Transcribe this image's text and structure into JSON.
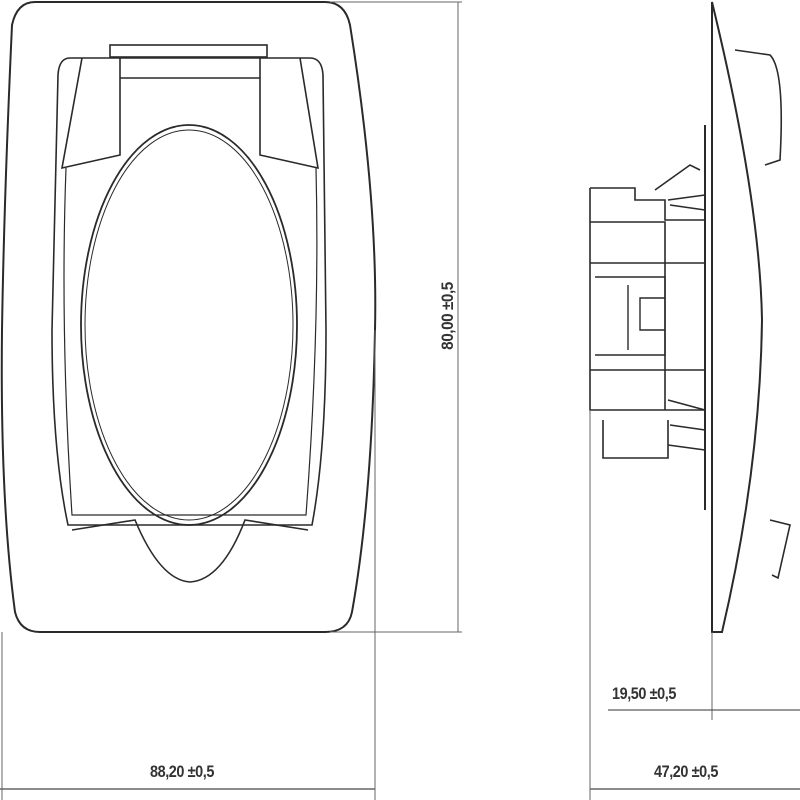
{
  "dimensions": {
    "height": "80,00 ±0,5",
    "width": "88,20 ±0,5",
    "depth_total": "47,20 ±0,5",
    "depth_plate": "19,50 ±0,5"
  },
  "colors": {
    "line": "#2a2a2a",
    "dim_line": "#666666"
  }
}
